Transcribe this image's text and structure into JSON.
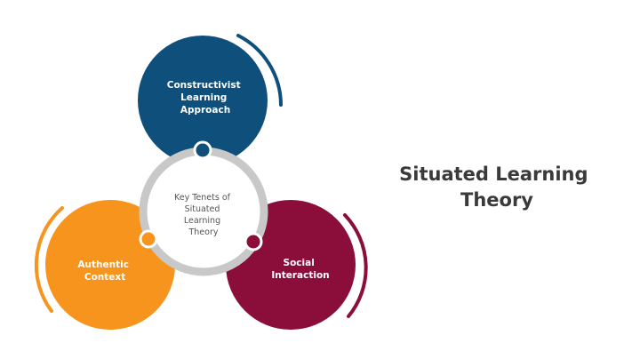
{
  "title": {
    "line1": "Situated Learning",
    "line2": "Theory"
  },
  "center": {
    "lines": [
      "Key Tenets of",
      "Situated",
      "Learning",
      "Theory"
    ]
  },
  "nodes": [
    {
      "lines": [
        "Constructivist",
        "Learning",
        "Approach"
      ],
      "color": "#0e4f7c"
    },
    {
      "lines": [
        "Authentic",
        "Context"
      ],
      "color": "#f7941d"
    },
    {
      "lines": [
        "Social",
        "Interaction"
      ],
      "color": "#8b0e3a"
    }
  ],
  "colors": {
    "ring": "#c8c8c8"
  }
}
